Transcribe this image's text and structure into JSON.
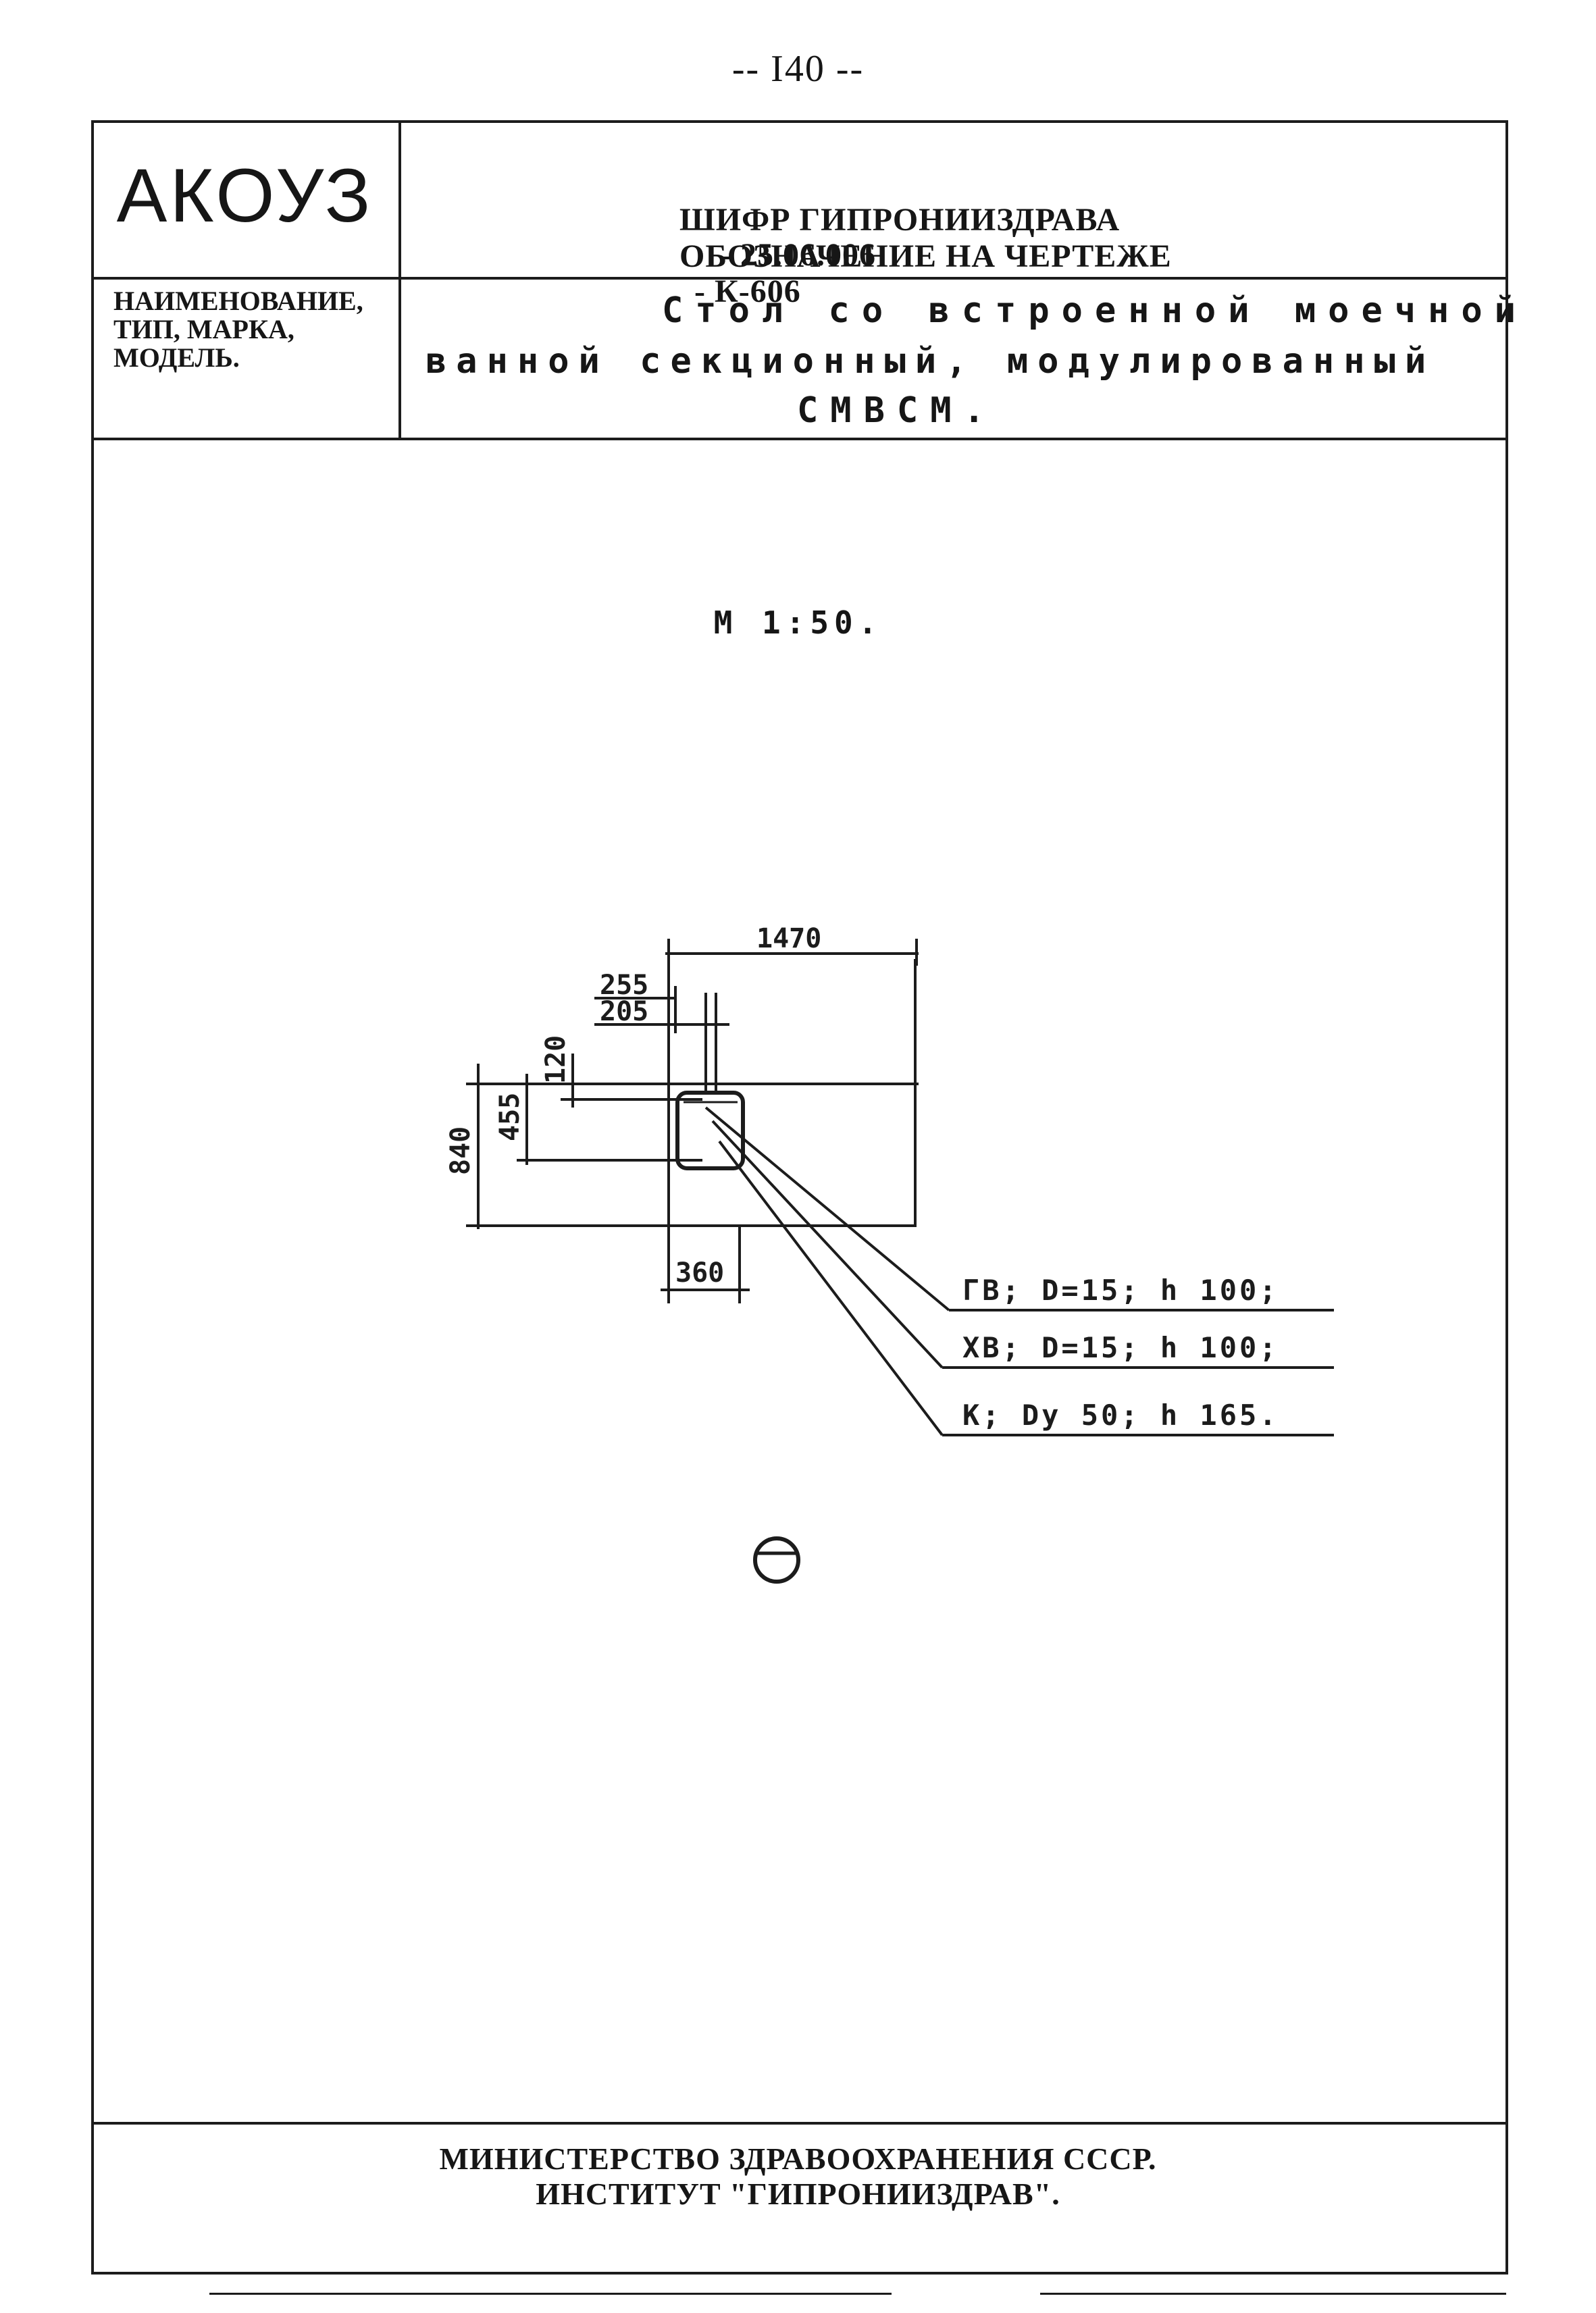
{
  "page_number": "-- I40 --",
  "header": {
    "org_code": "АКОУЗ",
    "cipher_label": "ШИФР ГИПРОНИИЗДРАВА",
    "cipher_value": "- 25.06.006",
    "designation_label": "ОБОЗНАЧЕНИЕ НА ЧЕРТЕЖЕ",
    "designation_value": "- К-606"
  },
  "name_block": {
    "label_lines": [
      "НАИМЕНОВАНИЕ,",
      "ТИП, МАРКА,",
      "МОДЕЛЬ."
    ],
    "title_lines": [
      "Стол со встроенной моечной",
      "ванной секционный, модулированный",
      "СМВСМ."
    ]
  },
  "drawing": {
    "scale": "М 1:50.",
    "dimensions": {
      "overall_width": "1470",
      "offset_outer": "255",
      "offset_inner": "205",
      "vertical_offset": "120",
      "vertical_inner": "455",
      "overall_depth": "840",
      "sink_width": "360"
    },
    "callouts": [
      "ГВ; D=15; h 100;",
      "ХВ; D=15; h 100;",
      "К; Dу 50; h 165."
    ]
  },
  "footer": {
    "ministry": "МИНИСТЕРСТВО ЗДРАВООХРАНЕНИЯ СССР.",
    "institute": "ИНСТИТУТ \"ГИПРОНИИЗДРАВ\"."
  }
}
